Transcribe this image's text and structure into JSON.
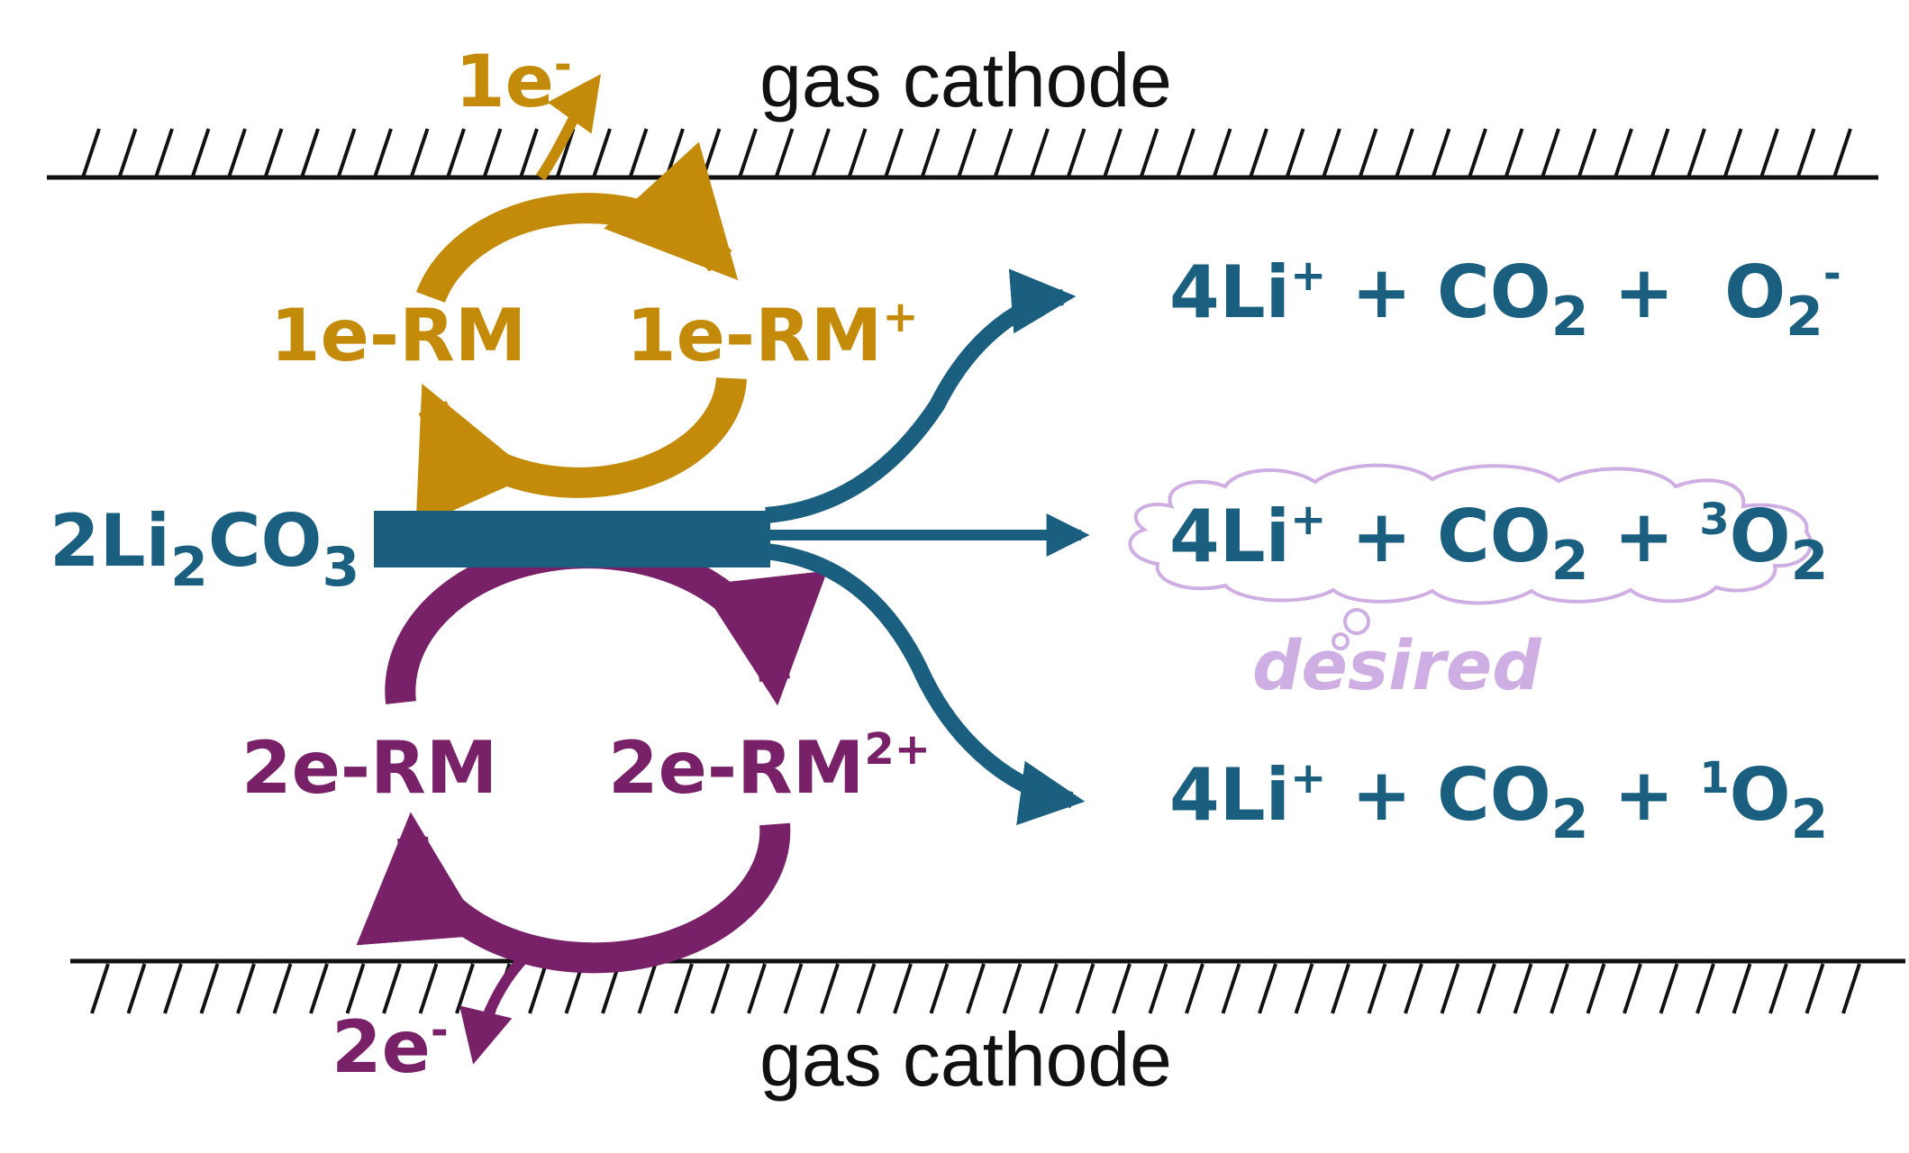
{
  "colors": {
    "product_blue": "#1a5e80",
    "rm1_gold": "#c48a0a",
    "rm2_purple": "#782068",
    "desired_lavender": "#cfaee4",
    "cathode_black": "#111111"
  },
  "cathodes": {
    "top_label": "gas cathode",
    "bottom_label": "gas cathode"
  },
  "reactant": {
    "main": "2Li",
    "sub1": "2",
    "mid": "CO",
    "sub2": "3"
  },
  "one_electron_cycle": {
    "electron_main": "1e",
    "electron_sup": "-",
    "rm_label": "1e-RM",
    "rm_ox_main": "1e-RM",
    "rm_ox_sup": "+"
  },
  "two_electron_cycle": {
    "electron_main": "2e",
    "electron_sup": "-",
    "rm_label": "2e-RM",
    "rm_ox_main": "2e-RM",
    "rm_ox_sup": "2+"
  },
  "products": {
    "superoxide": {
      "prefix": "4Li",
      "li_sup": "+",
      "plus1": " + CO",
      "co_sub": "2",
      "plus2": " +  O",
      "o_sub": "2",
      "o_sup": "-"
    },
    "triplet": {
      "prefix": "4Li",
      "li_sup": "+",
      "plus1": " + CO",
      "co_sub": "2",
      "plus2": " + ",
      "o_pre_sup": "3",
      "o": "O",
      "o_sub": "2"
    },
    "singlet": {
      "prefix": "4Li",
      "li_sup": "+",
      "plus1": " + CO",
      "co_sub": "2",
      "plus2": " + ",
      "o_pre_sup": "1",
      "o": "O",
      "o_sub": "2"
    }
  },
  "desired_note": "desired"
}
